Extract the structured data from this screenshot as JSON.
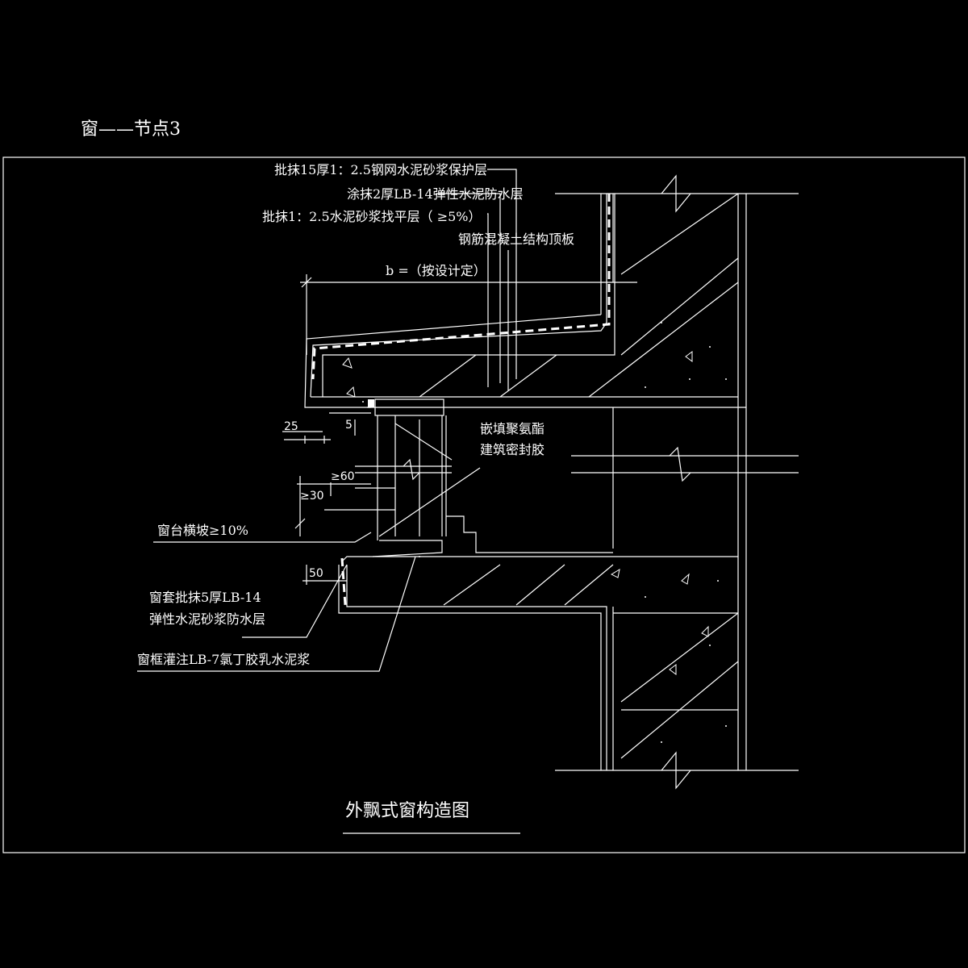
{
  "sheet_title": "窗——节点3",
  "caption": "外飘式窗构造图",
  "callouts": {
    "protective_layer": "批抹15厚1：2.5钢网水泥砂浆保护层",
    "waterproof_layer": "涂抹2厚LB-14弹性水泥防水层",
    "leveling_layer": "批抹1：2.5水泥砂浆找平层（   ≥5%）",
    "roof_slab": "钢筋混凝土结构顶板",
    "width_b": "b  =（按设计定）",
    "sealant_line1": "嵌填聚氨酯",
    "sealant_line2": "建筑密封胶",
    "sill_slope": "窗台横坡≥10%",
    "sleeve_line1": "窗套批抹5厚LB-14",
    "sleeve_line2": "弹性水泥砂浆防水层",
    "frame_grout": "窗框灌注LB-7氯丁胶乳水泥浆"
  },
  "dimensions": {
    "d25": "25",
    "d5": "5",
    "d30": "≥30",
    "d60": "≥60",
    "d50": "50"
  },
  "colors": {
    "background": "#000000",
    "line": "#ffffff",
    "hatch": "#ffffff"
  }
}
